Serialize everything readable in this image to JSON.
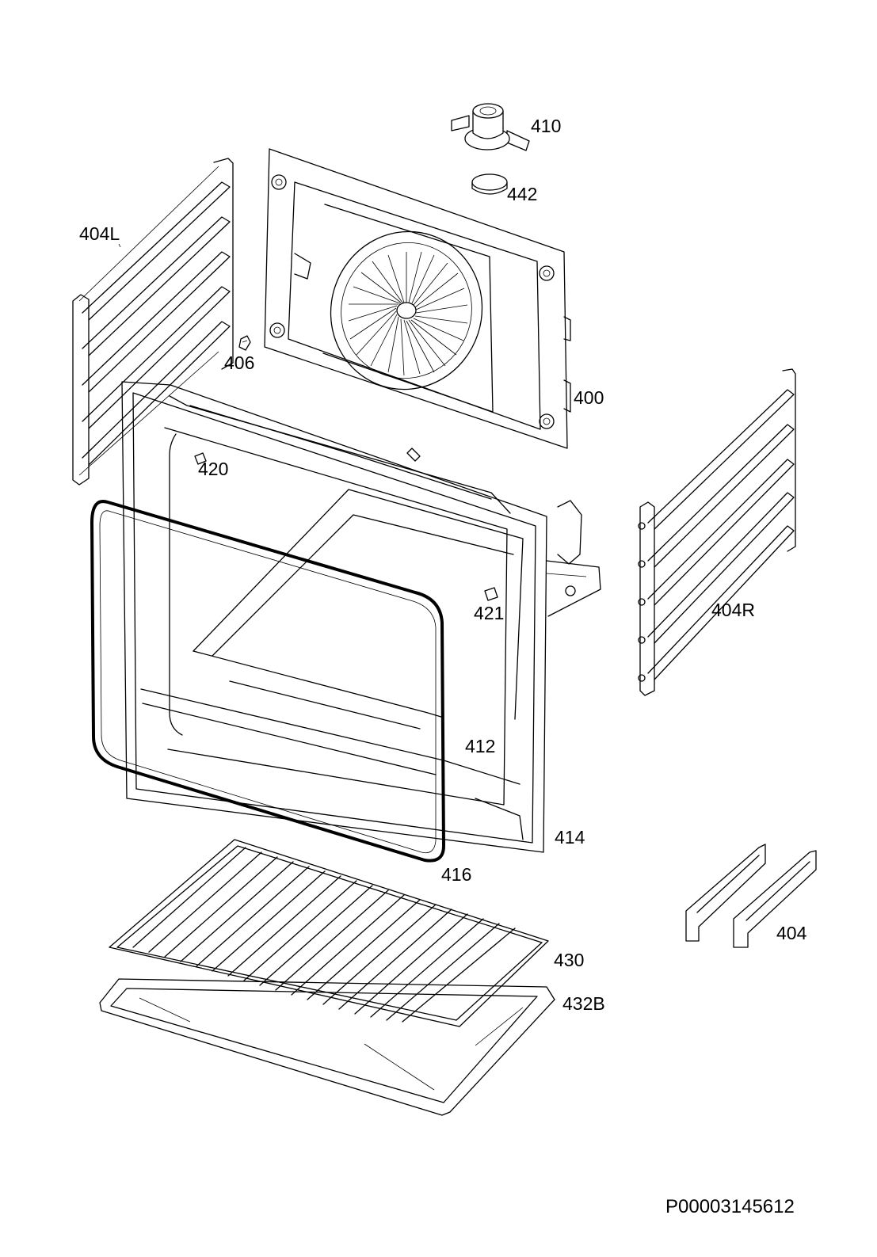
{
  "diagram": {
    "labels": {
      "p410": "410",
      "p442": "442",
      "p404L": "404L",
      "p406": "406",
      "p400": "400",
      "p420": "420",
      "p421": "421",
      "p404R": "404R",
      "p412": "412",
      "p414": "414",
      "p416": "416",
      "p404": "404",
      "p430": "430",
      "p432B": "432B"
    },
    "document_code": "P00003145612"
  }
}
